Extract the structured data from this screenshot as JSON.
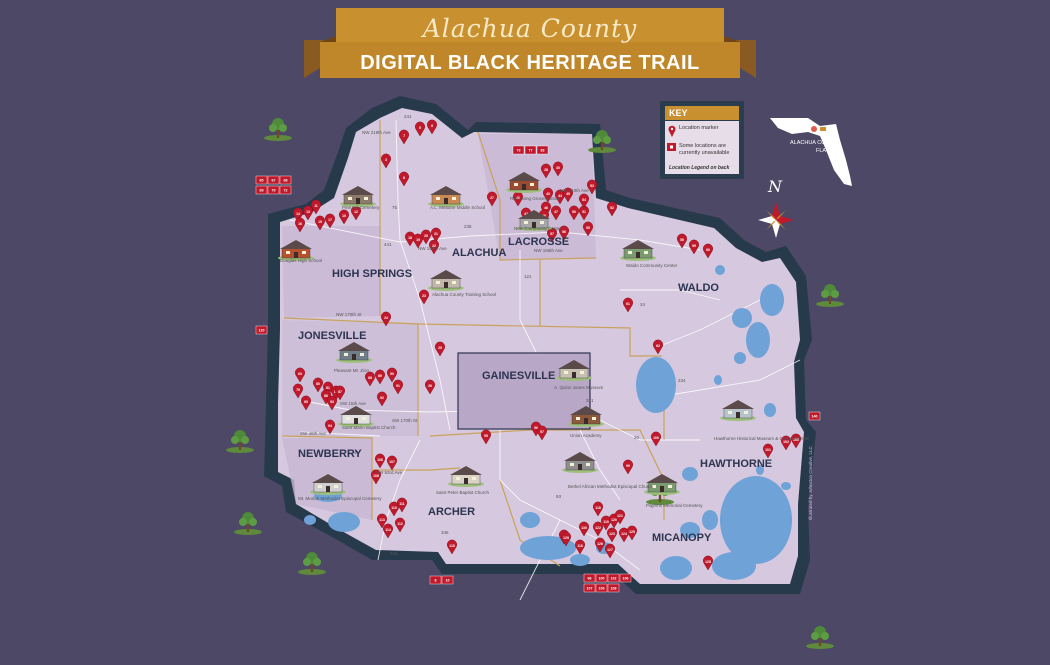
{
  "banner": {
    "script_title": "Alachua County",
    "main_title": "DIGITAL BLACK HERITAGE TRAIL"
  },
  "key": {
    "heading": "KEY",
    "location_marker": "Location marker",
    "unavailable": "Some locations are currently unavailable",
    "footer": "Location Legend on back"
  },
  "inset": {
    "county_label": "ALACHUA CO.",
    "state_label": "FLA"
  },
  "compass": {
    "north_letter": "N"
  },
  "towns": {
    "high_springs": "HIGH SPRINGS",
    "alachua": "ALACHUA",
    "lacrosse": "LACROSSE",
    "waldo": "WALDO",
    "jonesville": "JONESVILLE",
    "gainesville": "GAINESVILLE",
    "newberry": "NEWBERRY",
    "archer": "ARCHER",
    "hawthorne": "HAWTHORNE",
    "micanopy": "MICANOPY"
  },
  "roads": {
    "nw_219th": "NW 219th Ave",
    "nw_210th": "NW 210th Ave",
    "nw_156th": "NW 156th Ave",
    "nw_150th": "NW 150th Ave",
    "nw_170th": "NW 170th St",
    "sw_15th": "SW 15th Ave",
    "sw_46th": "SW 46th Ave",
    "sw_93rd": "SW 93rd Ave",
    "sw_170th": "SW 170th St",
    "r441": "441",
    "r241": "241",
    "r235": "235",
    "r121": "121",
    "r24": "24",
    "r26": "26",
    "r20": "20",
    "r331": "331",
    "r346": "346",
    "r345": "345",
    "r41": "41",
    "r93": "93",
    "r234": "234",
    "r75": "75"
  },
  "landmarks": {
    "douglas_high": "Douglas High School",
    "pine_hill": "Pine Hill Cemetery",
    "aj_mebane": "A.L. Mebane Middle School",
    "rite_living": "Rite Living Grocery Store",
    "new_community": "New Community Center",
    "waldo_community": "Waldo Community Center",
    "alachua_training": "Alachua County Training School",
    "pleasant_mt": "Pleasant Mt. Zion",
    "saint_mario": "Saint Mario Baptist Church",
    "seymour_cohen": "A. Quinn Jones Museum",
    "union_academy": "Union Academy",
    "hawthorne_museum": "Hawthorne Historical Museum & Cultural Center",
    "mt_moriah": "Mt. Moriah Methodist Episcopal Cemetery",
    "saint_peter": "Saint Peter Baptist Church",
    "bethel_ame": "Bethel African Methodist Episcopal Church",
    "pilgrims_memorial": "Pilgrims Memorial Cemetery"
  },
  "marker_labels": [
    "3",
    "5",
    "6",
    "7",
    "8",
    "10",
    "12",
    "11",
    "13",
    "14",
    "15",
    "16",
    "17",
    "18",
    "19",
    "20",
    "21",
    "22",
    "23",
    "24",
    "25",
    "26",
    "27",
    "28",
    "30",
    "40",
    "42",
    "43",
    "44",
    "45",
    "46",
    "47",
    "48",
    "50",
    "51",
    "52",
    "53",
    "54",
    "55",
    "56",
    "57",
    "58",
    "59",
    "60",
    "61",
    "62",
    "63",
    "79",
    "80",
    "81",
    "82",
    "85",
    "86",
    "87",
    "88",
    "89",
    "90",
    "91",
    "92",
    "93",
    "94",
    "95",
    "96",
    "97",
    "99",
    "100",
    "101",
    "102",
    "105",
    "106",
    "107",
    "108",
    "110",
    "111",
    "112",
    "113",
    "114",
    "115",
    "116",
    "117",
    "118",
    "119",
    "120",
    "121",
    "122",
    "123",
    "124",
    "125",
    "126",
    "127",
    "128",
    "129",
    "130",
    "131",
    "132",
    "133",
    "134",
    "135",
    "136",
    "137",
    "138",
    "139",
    "140"
  ],
  "unavailable_groups": {
    "left_top": [
      "65",
      "67",
      "68",
      "69",
      "70",
      "72"
    ],
    "top_center": [
      "73",
      "77",
      "83"
    ],
    "left_mid": [
      "120"
    ],
    "right_mid": [
      "140"
    ],
    "bottom_left": [
      "8",
      "10"
    ],
    "bottom_center": [
      "96",
      "100",
      "102",
      "106",
      "107",
      "109",
      "108"
    ]
  },
  "credit": "Illustrated by Johnston Creative, LLC",
  "colors": {
    "background": "#4c4866",
    "county_fill": "#d6c8df",
    "county_border": "#273a4c",
    "lake": "#6fa2d7",
    "marker": "#c0192c",
    "banner_gold": "#c8902e",
    "banner_brown": "#8a5a23"
  }
}
